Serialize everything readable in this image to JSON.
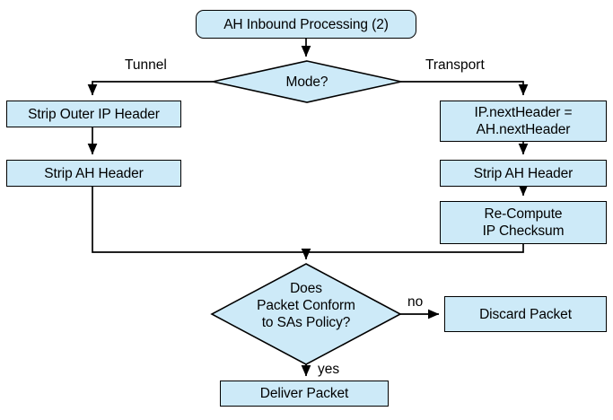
{
  "diagram": {
    "title": "AH Inbound Processing (2)",
    "colors": {
      "node_fill": "#cdeaf8",
      "node_stroke": "#000000",
      "edge_stroke": "#000000",
      "background": "#ffffff",
      "text": "#000000"
    }
  },
  "nodes": {
    "start": {
      "label": "AH Inbound Processing (2)",
      "shape": "rounded-rectangle"
    },
    "mode_decision": {
      "label": "Mode?",
      "shape": "diamond"
    },
    "strip_outer_ip_header": {
      "label": "Strip Outer IP Header",
      "shape": "rectangle"
    },
    "strip_ah_header_tunnel": {
      "label": "Strip AH Header",
      "shape": "rectangle"
    },
    "ip_nextheader": {
      "line1": "IP.nextHeader =",
      "line2": "AH.nextHeader",
      "shape": "rectangle"
    },
    "strip_ah_header_transport": {
      "label": "Strip AH Header",
      "shape": "rectangle"
    },
    "recompute_checksum": {
      "line1": "Re-Compute",
      "line2": "IP Checksum",
      "shape": "rectangle"
    },
    "conform_decision": {
      "line1": "Does",
      "line2": "Packet Conform",
      "line3": "to SAs Policy?",
      "shape": "diamond"
    },
    "discard_packet": {
      "label": "Discard Packet",
      "shape": "rectangle"
    },
    "deliver_packet": {
      "label": "Deliver Packet",
      "shape": "rectangle"
    }
  },
  "edge_labels": {
    "tunnel": "Tunnel",
    "transport": "Transport",
    "no": "no",
    "yes": "yes"
  },
  "flow": [
    {
      "from": "start",
      "to": "mode_decision",
      "label": ""
    },
    {
      "from": "mode_decision",
      "to": "strip_outer_ip_header",
      "label": "Tunnel"
    },
    {
      "from": "mode_decision",
      "to": "ip_nextheader",
      "label": "Transport"
    },
    {
      "from": "strip_outer_ip_header",
      "to": "strip_ah_header_tunnel",
      "label": ""
    },
    {
      "from": "ip_nextheader",
      "to": "strip_ah_header_transport",
      "label": ""
    },
    {
      "from": "strip_ah_header_transport",
      "to": "recompute_checksum",
      "label": ""
    },
    {
      "from": "strip_ah_header_tunnel",
      "to": "conform_decision",
      "label": ""
    },
    {
      "from": "recompute_checksum",
      "to": "conform_decision",
      "label": ""
    },
    {
      "from": "conform_decision",
      "to": "discard_packet",
      "label": "no"
    },
    {
      "from": "conform_decision",
      "to": "deliver_packet",
      "label": "yes"
    }
  ]
}
